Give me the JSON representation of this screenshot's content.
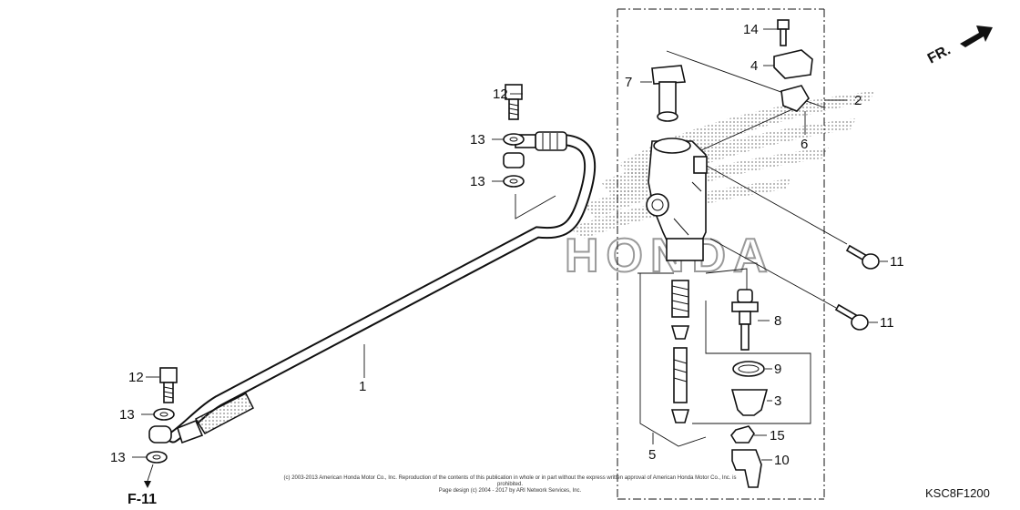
{
  "labels": {
    "p1": "1",
    "p2": "2",
    "p3": "3",
    "p4": "4",
    "p5": "5",
    "p6": "6",
    "p7": "7",
    "p8": "8",
    "p9": "9",
    "p10": "10",
    "p11a": "11",
    "p11b": "11",
    "p12a": "12",
    "p12b": "12",
    "p13a": "13",
    "p13b": "13",
    "p13c": "13",
    "p13d": "13",
    "p14": "14",
    "p15": "15"
  },
  "direction_label": "FR.",
  "reference_label": "F-11",
  "diagram_code": "KSC8F1200",
  "watermark_text": "HONDA",
  "copyright": {
    "line1": "(c) 2003-2013 American Honda Motor Co., Inc. Reproduction of the contents of this publication in whole or in part without the express written approval of American Honda Motor Co., Inc. is prohibited.",
    "line2": "Page design (c) 2004 - 2017 by ARI Network Services, Inc."
  },
  "colors": {
    "ink": "#111111",
    "watermark": "#9a9a9a",
    "background": "#ffffff"
  }
}
